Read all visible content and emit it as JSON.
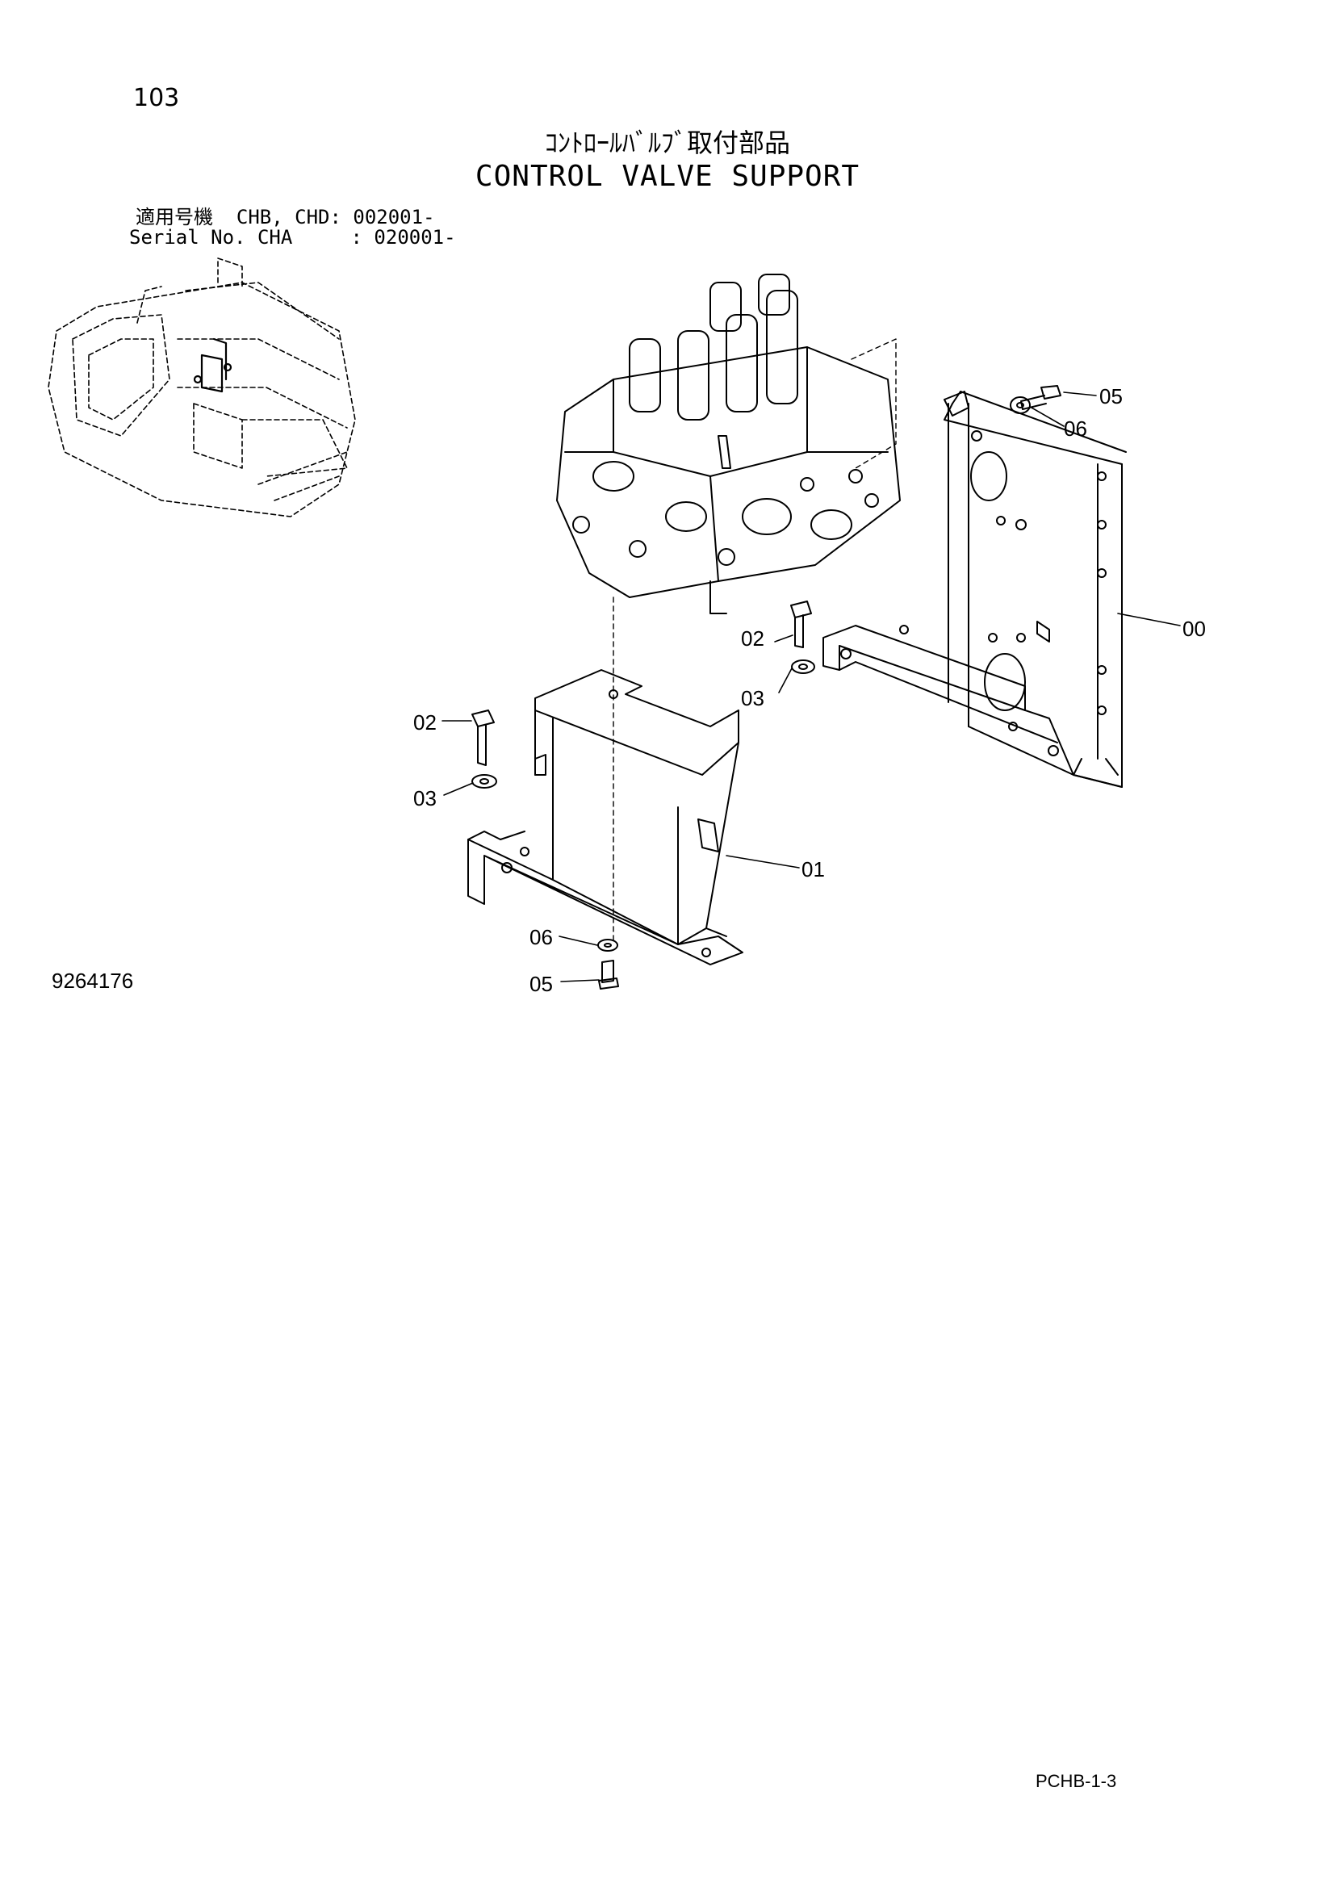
{
  "header": {
    "page_number": "103",
    "title_ja": "ｺﾝﾄﾛｰﾙﾊﾞﾙﾌﾞ取付部品",
    "title_en": "CONTROL VALVE SUPPORT"
  },
  "serial": {
    "line1": "適用号機  CHB, CHD: 002001-",
    "line2": "Serial No. CHA     : 020001-"
  },
  "callouts": {
    "c00": "00",
    "c01": "01",
    "c02a": "02",
    "c02b": "02",
    "c03a": "03",
    "c03b": "03",
    "c05a": "05",
    "c05b": "05",
    "c06a": "06",
    "c06b": "06"
  },
  "footer": {
    "drawing_number": "9264176",
    "page_code": "PCHB-1-3"
  }
}
